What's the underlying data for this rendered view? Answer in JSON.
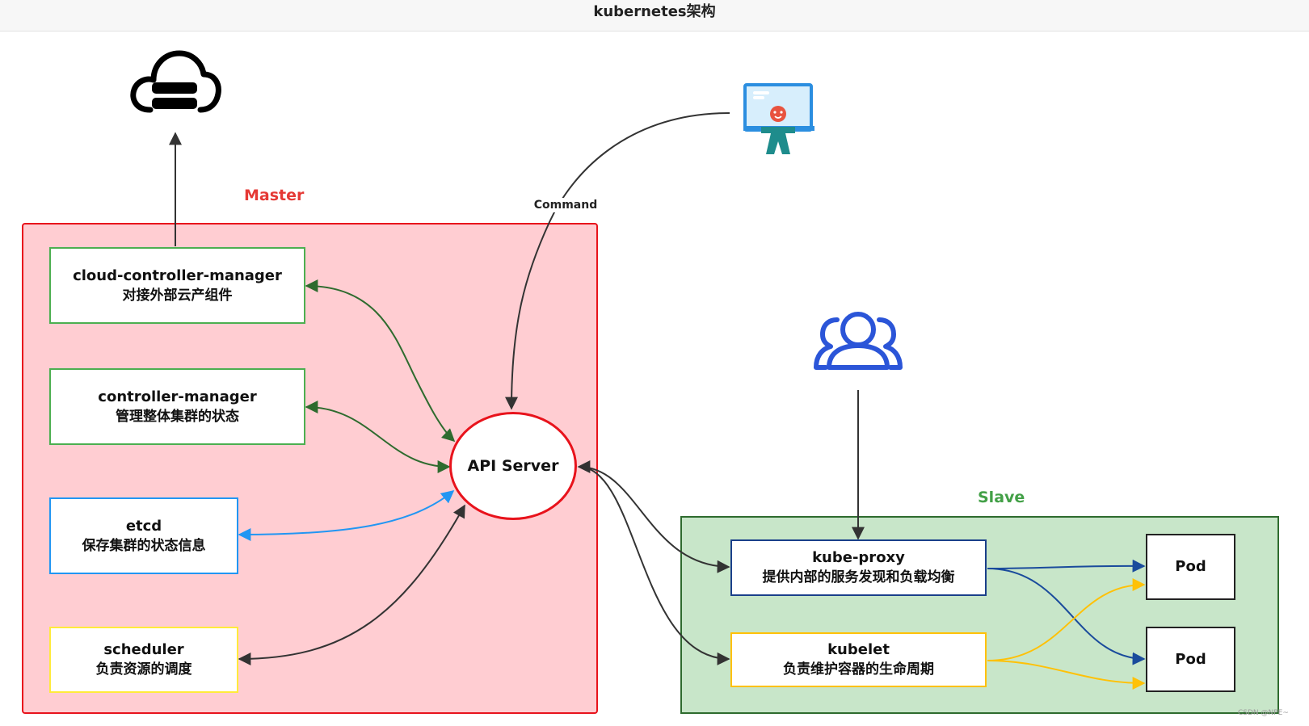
{
  "page": {
    "title": "kubernetes架构"
  },
  "regions": {
    "master": {
      "label": "Master",
      "color": "#e53935"
    },
    "slave": {
      "label": "Slave",
      "color": "#43a047"
    }
  },
  "nodes": {
    "cloud_controller_manager": {
      "name": "cloud-controller-manager",
      "desc": "对接外部云产组件"
    },
    "controller_manager": {
      "name": "controller-manager",
      "desc": "管理整体集群的状态"
    },
    "etcd": {
      "name": "etcd",
      "desc": "保存集群的状态信息"
    },
    "scheduler": {
      "name": "scheduler",
      "desc": "负责资源的调度"
    },
    "api_server": {
      "name": "API Server"
    },
    "kube_proxy": {
      "name": "kube-proxy",
      "desc": "提供内部的服务发现和负载均衡"
    },
    "kubelet": {
      "name": "kubelet",
      "desc": "负责维护容器的生命周期"
    },
    "pod_1": {
      "name": "Pod"
    },
    "pod_2": {
      "name": "Pod"
    }
  },
  "edges": {
    "command_label": "Command"
  },
  "icons": {
    "cloud": "cloud-server-icon",
    "admin": "admin-computer-icon",
    "users": "users-group-icon"
  },
  "colors": {
    "master_fill": "#ffcdd2",
    "slave_fill": "#c8e6c9",
    "api_server_border": "#e8131c",
    "edge_green": "#2e6b2e",
    "edge_blue": "#2196f3",
    "edge_dark": "#333333",
    "edge_navy": "#1a4b9c",
    "edge_gold": "#ffc107"
  },
  "watermark": "CSDN @NPE~"
}
